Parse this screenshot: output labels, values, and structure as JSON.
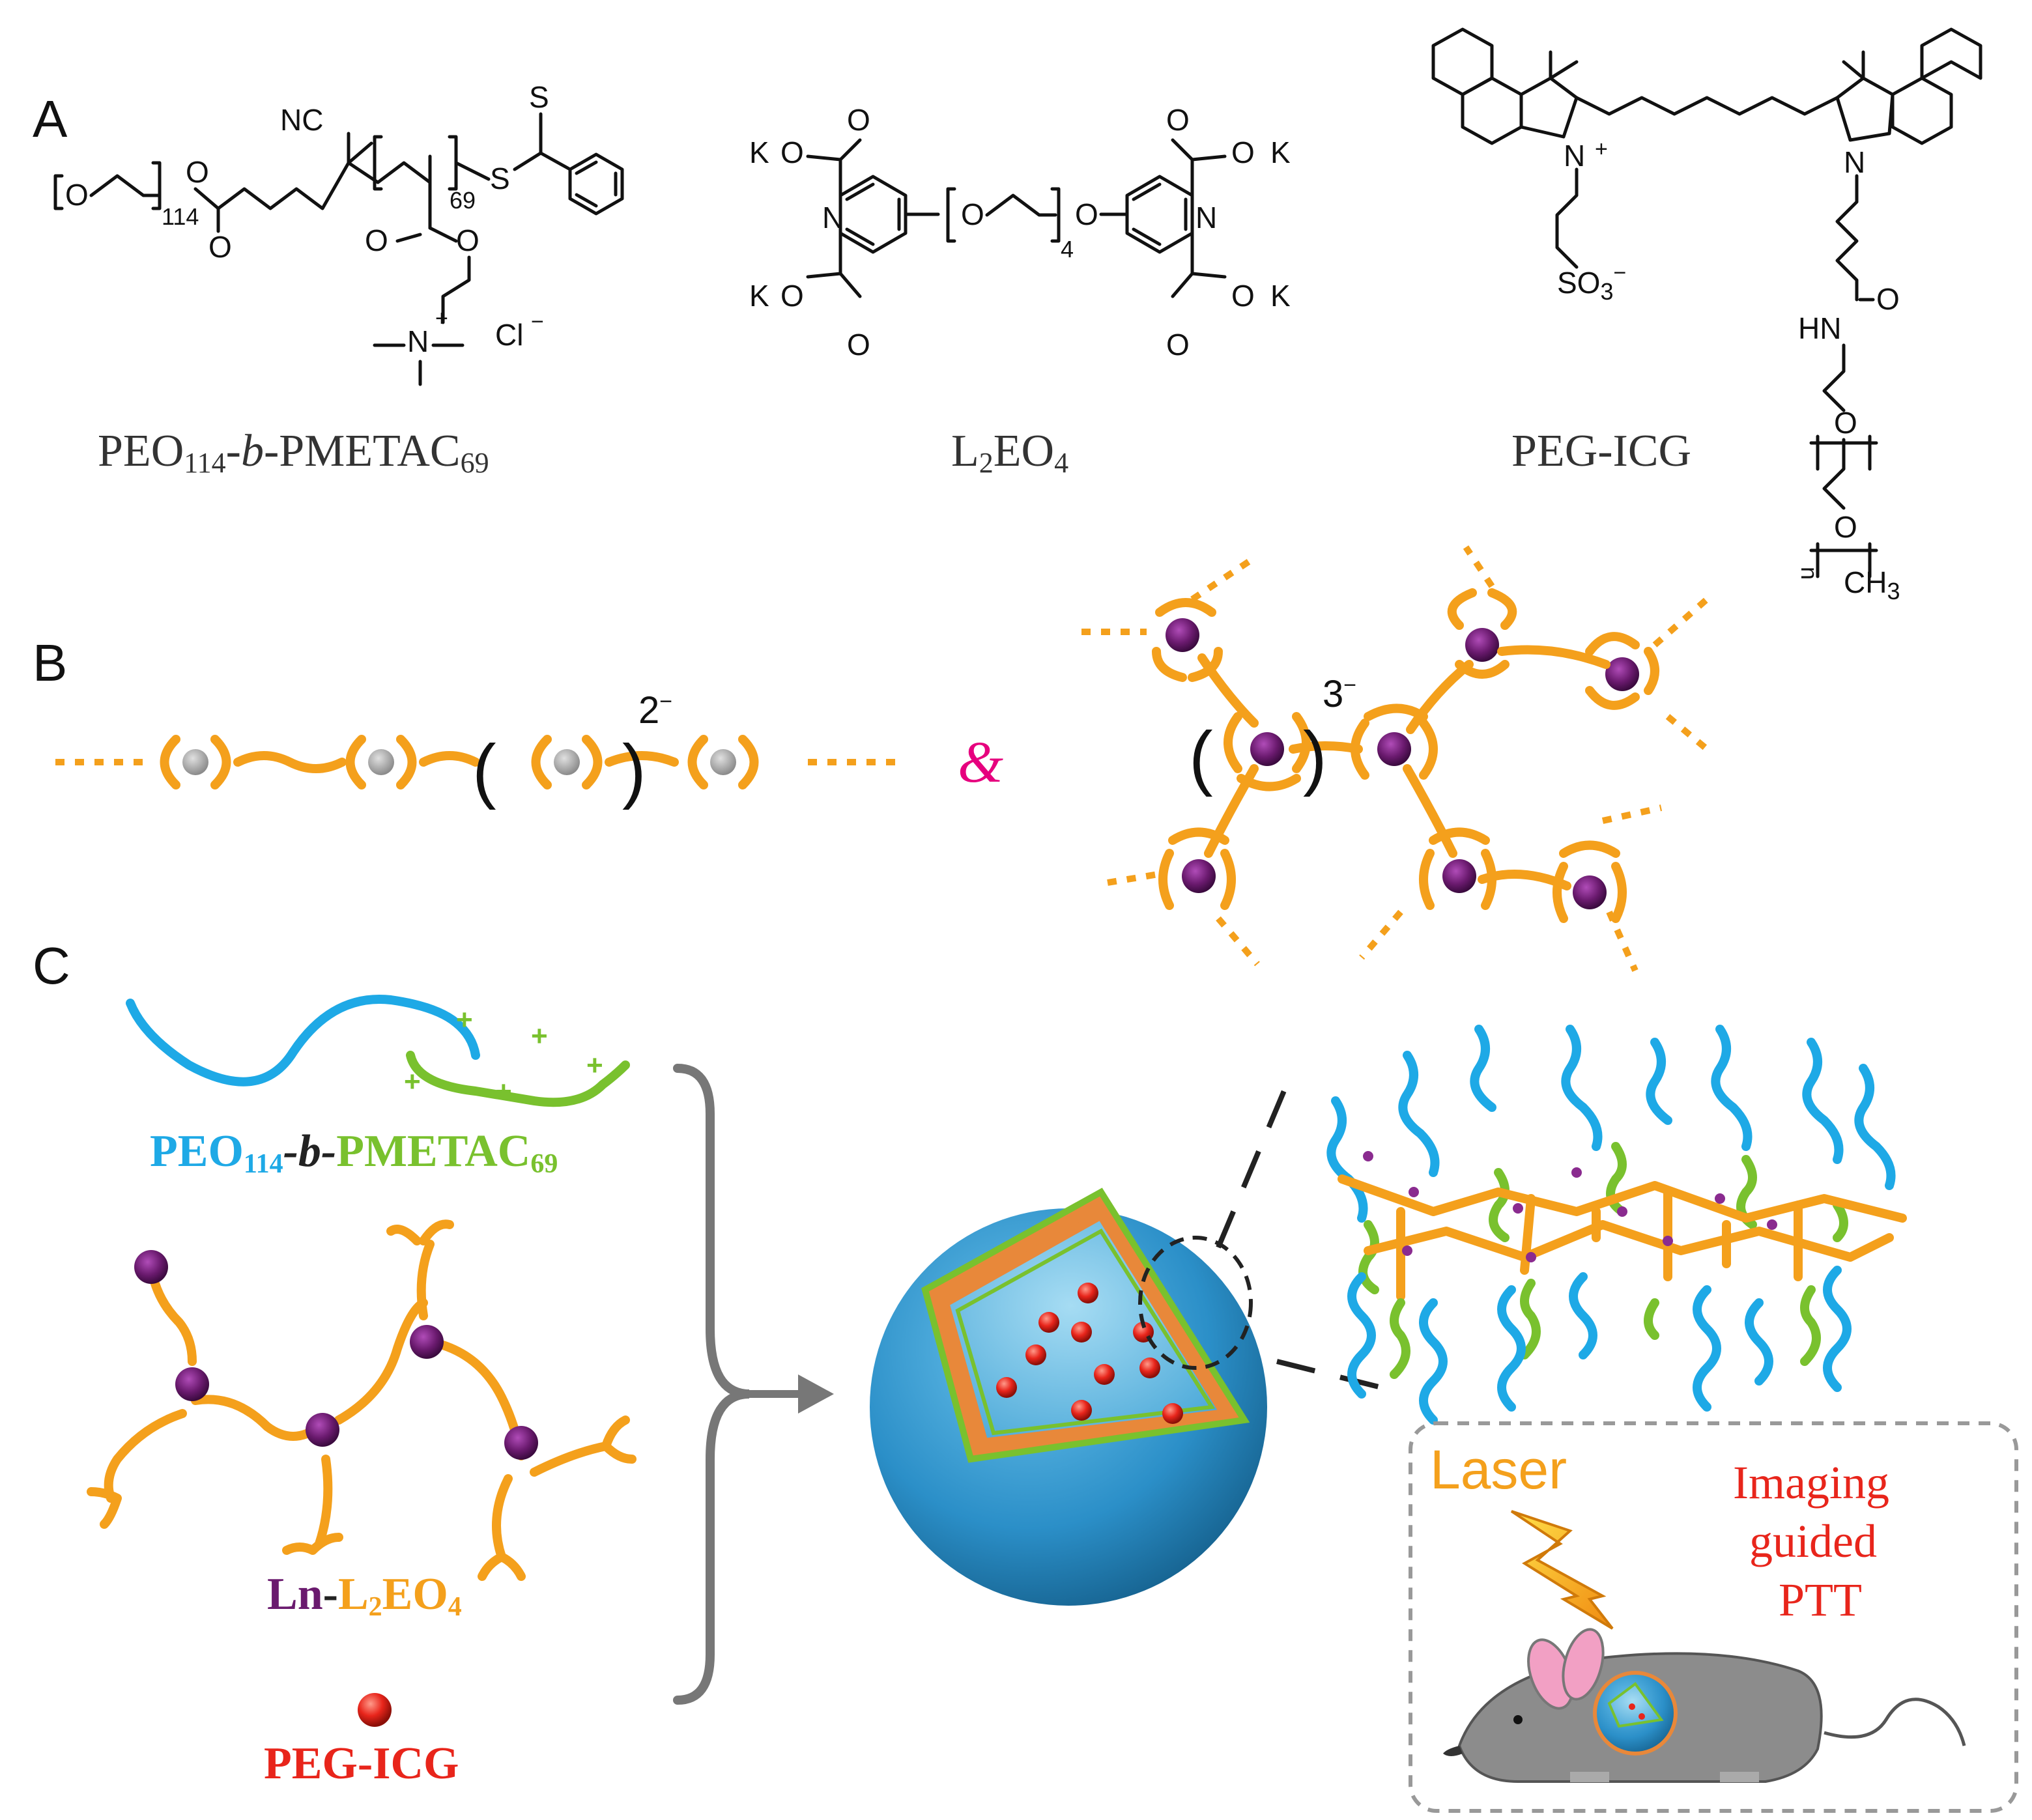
{
  "panels": {
    "a": "A",
    "b": "B",
    "c": "C"
  },
  "structures": {
    "s1": {
      "caption_main": "PEO",
      "caption_sub1": "114",
      "caption_dash": "-",
      "caption_italic": "b",
      "caption_mid": "-PMETAC",
      "caption_sub2": "69",
      "nc": "NC",
      "s_top": "S",
      "s_side": "S",
      "o_ether": "O",
      "o_ester": "O",
      "o_carbonyl1": "O",
      "o_carbonyl2": "O",
      "o_link": "O",
      "n_plus": "N",
      "plus": "+",
      "cl": "Cl",
      "minus": "−",
      "n114": "114",
      "n69": "69"
    },
    "s2": {
      "caption_main": "L",
      "caption_sub1": "2",
      "caption_mid": "EO",
      "caption_sub2": "4",
      "k": "K",
      "o": "O",
      "n": "N",
      "n4": "4"
    },
    "s3": {
      "caption": "PEG-ICG",
      "n_plus": "N",
      "plus": "+",
      "n_right": "N",
      "so3": "SO",
      "so3_sub": "3",
      "hn": "HN",
      "o": "O",
      "ch3": "CH",
      "ch3_sub": "3",
      "n_index": "n"
    }
  },
  "panel_b": {
    "charge_left": "2",
    "charge_right": "3",
    "minus": "−",
    "ampersand": "&"
  },
  "panel_c": {
    "label_polymer_peo": "PEO",
    "label_polymer_114": "114",
    "label_polymer_b": "-b-",
    "label_polymer_pmetac": "PMETAC",
    "label_polymer_69": "69",
    "label_ln": "Ln",
    "label_dash": "-",
    "label_l": "L",
    "label_l_sub": "2",
    "label_eo": "EO",
    "label_eo_sub": "4",
    "label_peg_icg": "PEG-ICG",
    "laser": "Laser",
    "imaging_line1": "Imaging",
    "imaging_line2": "guided",
    "imaging_line3": "PTT"
  },
  "colors": {
    "peo_blue": "#1ea9e6",
    "pmetac_green": "#79c12e",
    "ligand_orange": "#f4a01c",
    "ln_purple": "#6a1a6e",
    "metal_gray": "#9e9e9e",
    "icg_red": "#e8251b",
    "ampersand_pink": "#e6007e"
  }
}
